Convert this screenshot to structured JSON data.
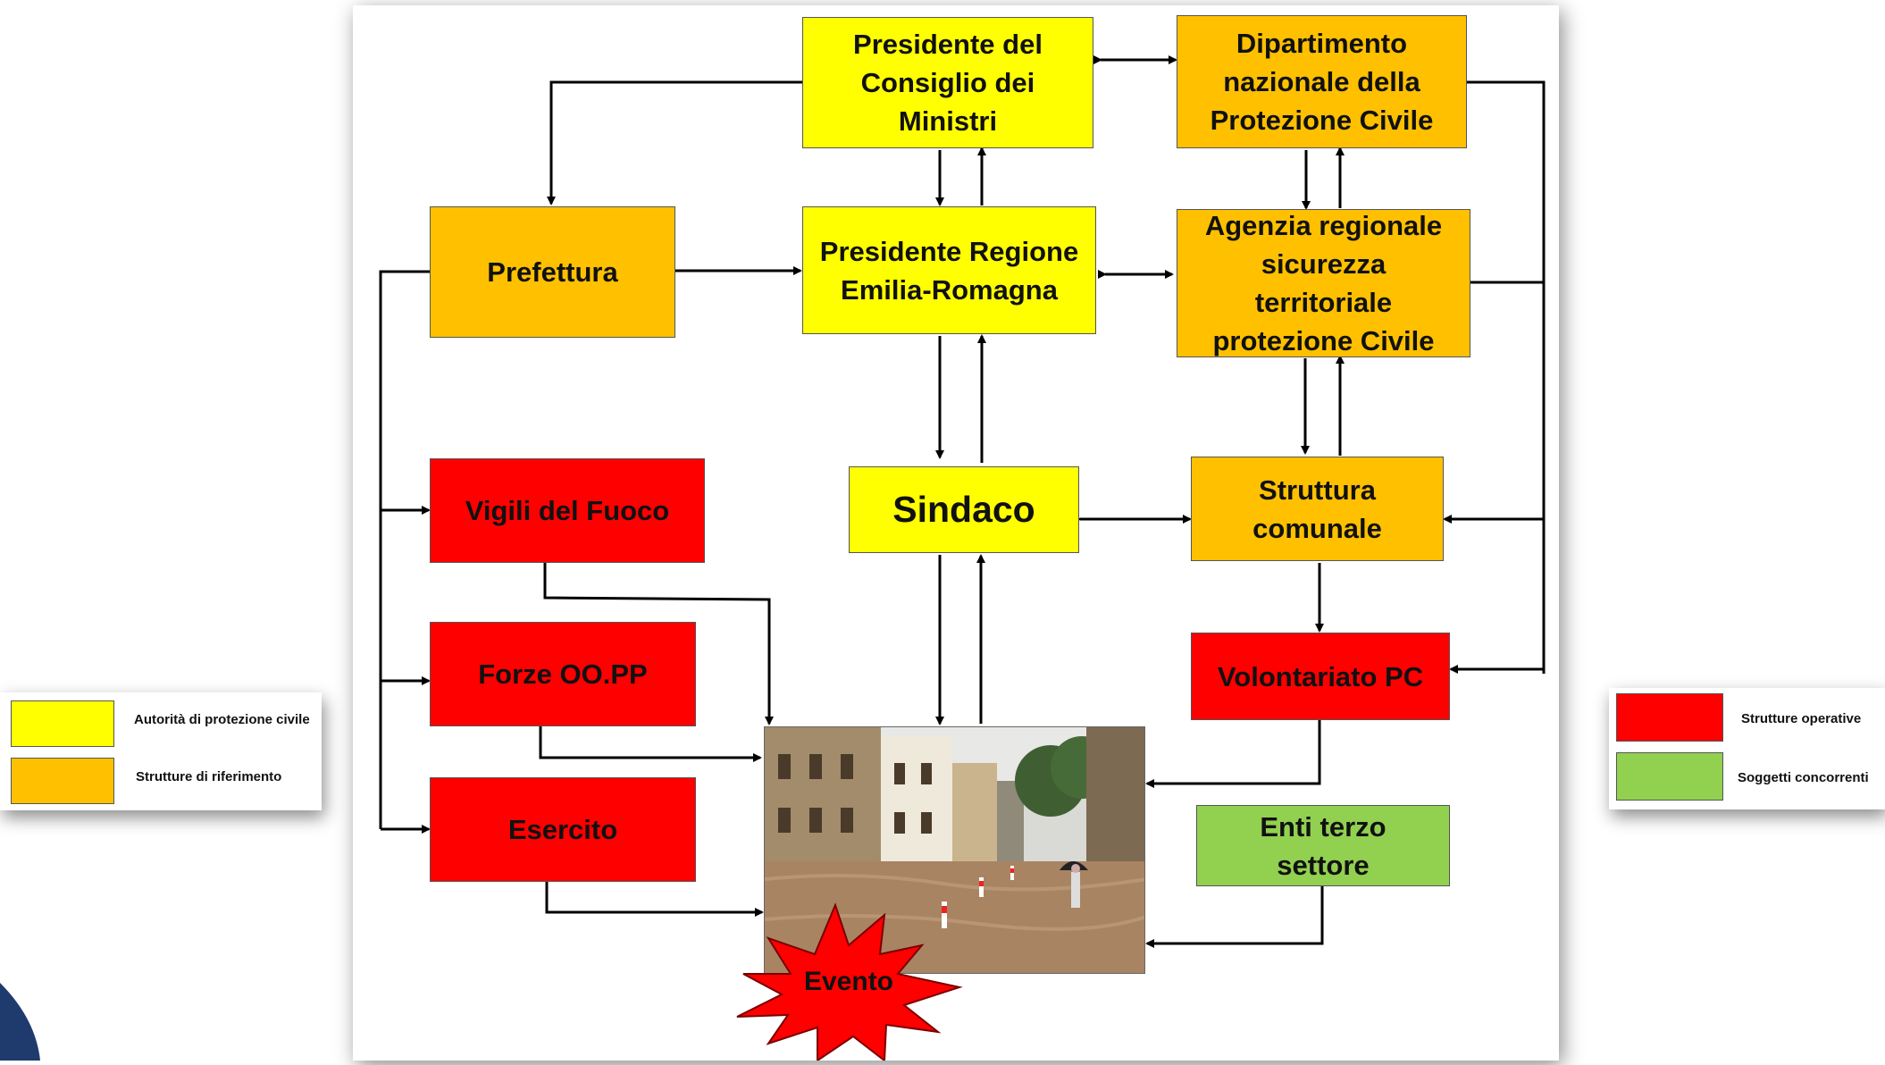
{
  "nodes": {
    "presidente_consiglio": "Presidente del\nConsiglio dei\nMinistri",
    "dipartimento": "Dipartimento\nnazionale della\nProtezione Civile",
    "prefettura": "Prefettura",
    "presidente_regione": "Presidente Regione\nEmilia-Romagna",
    "agenzia": "Agenzia regionale\nsicurezza\nterritoriale\nprotezione Civile",
    "vigili": "Vigili del Fuoco",
    "sindaco": "Sindaco",
    "struttura_comunale": "Struttura\ncomunale",
    "forze": "Forze OO.PP",
    "volontariato": "Volontariato PC",
    "esercito": "Esercito",
    "enti": "Enti terzo\nsettore",
    "evento": "Evento"
  },
  "legend_left": [
    {
      "label": "Autorità di protezione civile",
      "color": "#ffff00"
    },
    {
      "label": "Strutture di riferimento",
      "color": "#ffc000"
    }
  ],
  "legend_right": [
    {
      "label": "Strutture operative",
      "color": "#ff0000"
    },
    {
      "label": "Soggetti concorrenti",
      "color": "#92d050"
    }
  ],
  "colors": {
    "authority": "#ffff00",
    "reference": "#ffc000",
    "operative": "#ff0000",
    "concurrent": "#92d050"
  }
}
